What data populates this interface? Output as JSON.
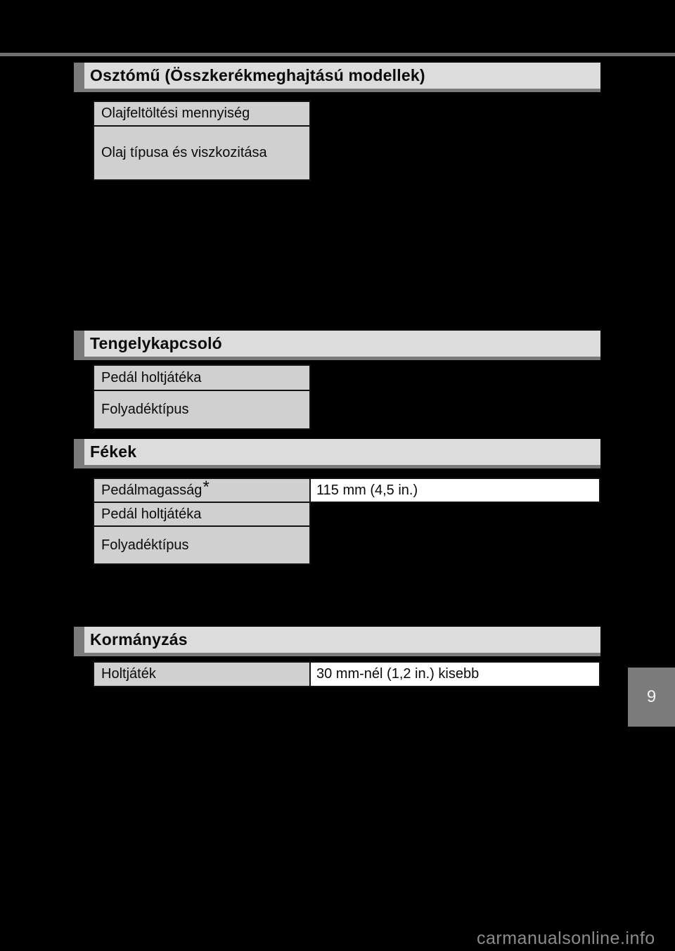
{
  "page": {
    "number_tab": "9",
    "watermark": "carmanualsonline.info"
  },
  "colors": {
    "background": "#000000",
    "top_rule": "#6f6f6f",
    "header_bar": "#dcdcdc",
    "header_shadow": "#7b7b7b",
    "label_cell": "#d0d0d0",
    "value_cell": "#ffffff",
    "cell_border": "#111111",
    "watermark_text": "#8c8c8c"
  },
  "sections": [
    {
      "title": "Osztómű (Összkerékmeghajtású modellek)",
      "rows": [
        {
          "label": "Olajfeltöltési mennyiség",
          "value": ""
        },
        {
          "label": "Olaj típusa és viszkozitása",
          "value": ""
        }
      ]
    },
    {
      "title": "Tengelykapcsoló",
      "rows": [
        {
          "label": "Pedál holtjátéka",
          "value": ""
        },
        {
          "label": "Folyadéktípus",
          "value": ""
        }
      ]
    },
    {
      "title": "Fékek",
      "rows": [
        {
          "label": "Pedálmagasság",
          "label_superscript": "*",
          "value": "115 mm (4,5 in.)"
        },
        {
          "label": "Pedál holtjátéka",
          "value": ""
        },
        {
          "label": "Folyadéktípus",
          "value": ""
        }
      ]
    },
    {
      "title": "Kormányzás",
      "rows": [
        {
          "label": "Holtjáték",
          "value": "30 mm-nél (1,2 in.) kisebb"
        }
      ]
    }
  ]
}
